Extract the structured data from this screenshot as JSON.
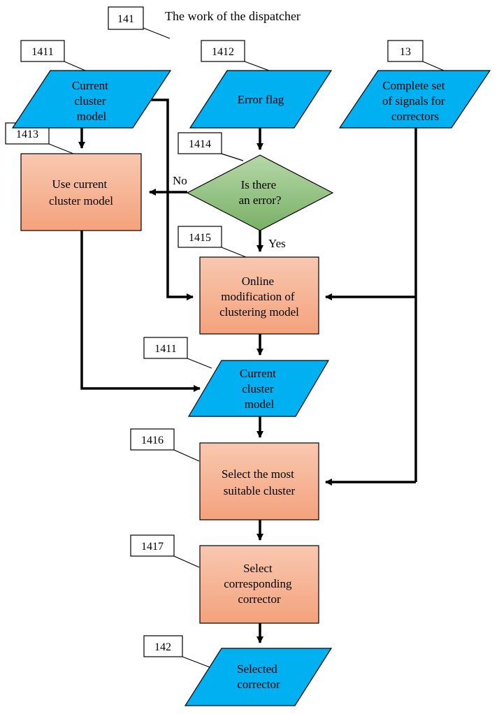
{
  "title": "The work of the dispatcher",
  "refs": {
    "r141": "141",
    "r1411_top": "1411",
    "r1412": "1412",
    "r13": "13",
    "r1413": "1413",
    "r1414": "1414",
    "r1415": "1415",
    "r1411_mid": "1411",
    "r1416": "1416",
    "r1417": "1417",
    "r142": "142"
  },
  "nodes": {
    "current_model_top": [
      "Current",
      "cluster",
      "model"
    ],
    "error_flag": [
      "Error flag"
    ],
    "signals": [
      "Complete set",
      "of signals for",
      "correctors"
    ],
    "use_model": [
      "Use current",
      "cluster model"
    ],
    "decision": [
      "Is there",
      "an error?"
    ],
    "modify_model": [
      "Online",
      "modification of",
      "clustering model"
    ],
    "current_model_mid": [
      "Current",
      "cluster",
      "model"
    ],
    "select_cluster": [
      "Select the most",
      "suitable cluster"
    ],
    "select_corrector": [
      "Select",
      "corresponding",
      "corrector"
    ],
    "selected_corrector": [
      "Selected",
      "corrector"
    ]
  },
  "labels": {
    "no": "No",
    "yes": "Yes"
  },
  "colors": {
    "data_fill": "#00b0f0",
    "process_top": "#f8c8b0",
    "process_bottom": "#f4a27c",
    "decision_top": "#b6d8a8",
    "decision_bottom": "#79b066",
    "stroke": "#000000"
  }
}
